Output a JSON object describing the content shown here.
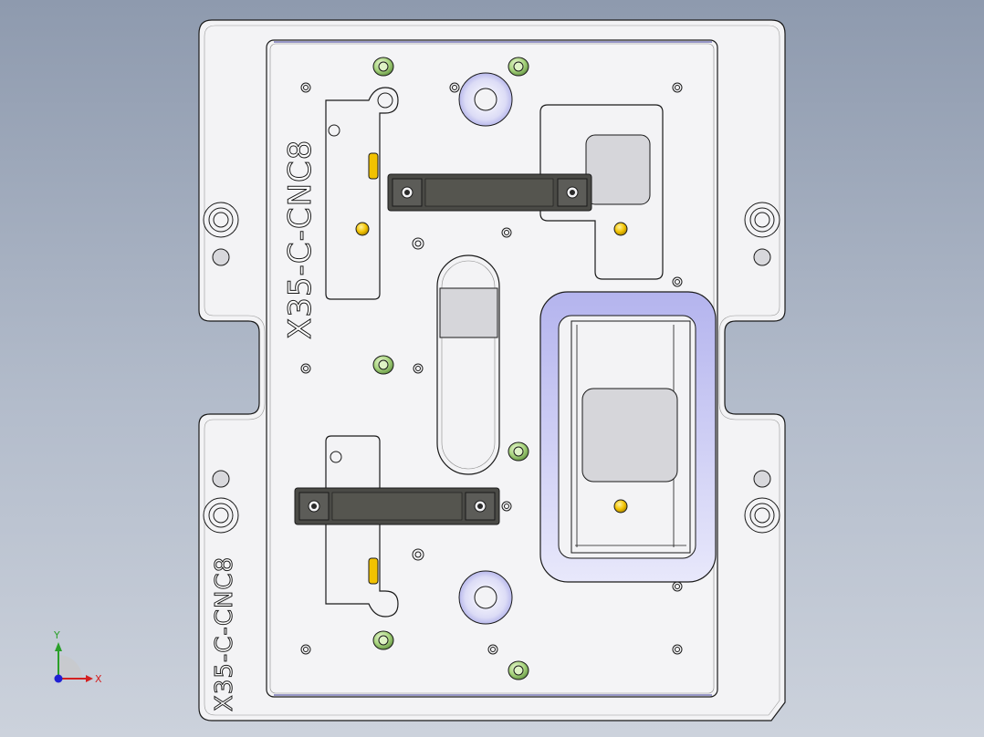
{
  "part": {
    "engraving_large": "X35-C-CNC8",
    "engraving_small": "X35-C-CNC8"
  },
  "triad": {
    "x_label": "X",
    "y_label": "Y"
  },
  "colors": {
    "background_top": "#8e9aae",
    "background_bottom": "#ccd2dc",
    "plate": "#f2f2f4",
    "outline": "#1a1a1a",
    "clamp": "#4a4a46",
    "pin_yellow": "#f2c200",
    "pin_green": "#a8d47e",
    "highlight_blue": "#c8c8f4",
    "x_axis": "#d42020",
    "y_axis": "#2aa02a",
    "z_axis": "#2020d4"
  },
  "icons": [
    "triad-icon"
  ]
}
